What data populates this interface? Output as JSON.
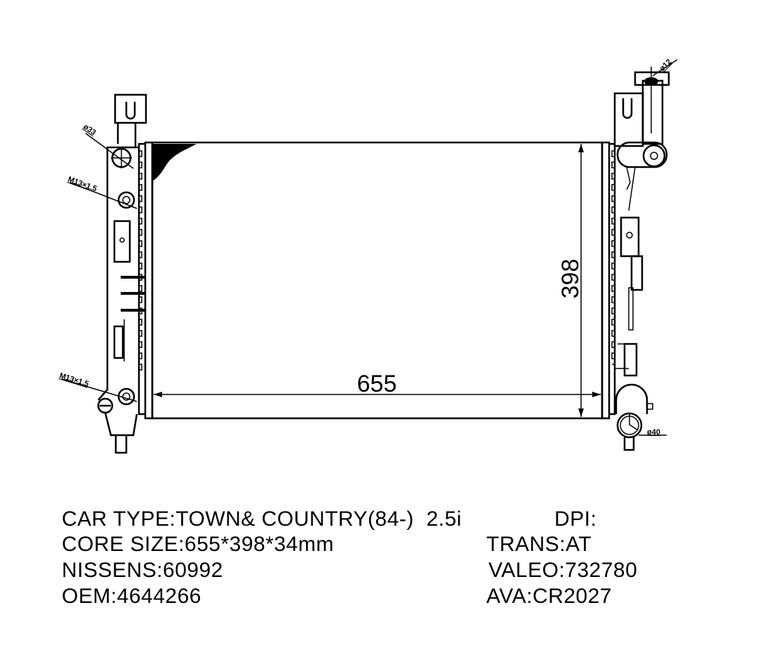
{
  "drawing": {
    "width_dim": "655",
    "height_dim": "398",
    "inlet_label": "ø33",
    "thread_top_label": "M13×1.5",
    "thread_bottom_label": "M13×1.5",
    "cap_label": "ø12",
    "outlet_label": "ø40"
  },
  "specs": {
    "car_type": "CAR TYPE:TOWN& COUNTRY(84-)  2.5i",
    "dpi": "DPI:",
    "core_size": "CORE SIZE:655*398*34mm",
    "trans": "TRANS:AT",
    "nissens": "NISSENS:60992",
    "valeo": "VALEO:732780",
    "oem": "OEM:4644266",
    "ava": "AVA:CR2027"
  }
}
